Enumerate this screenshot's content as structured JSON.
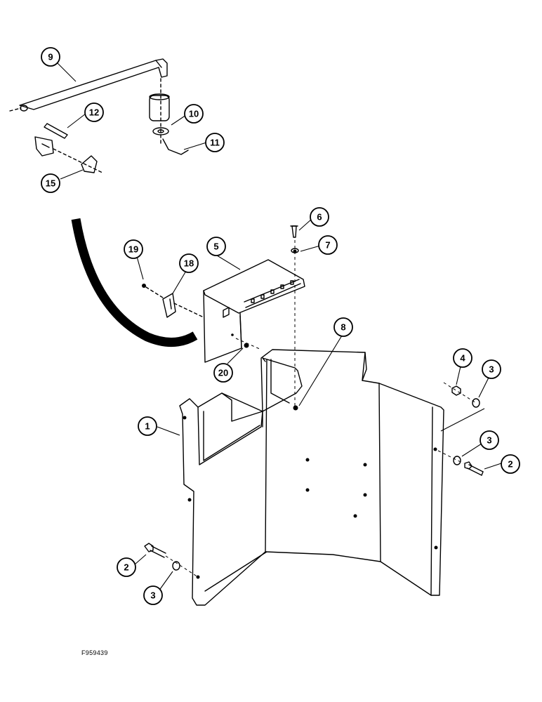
{
  "figure": {
    "code": "F959439"
  },
  "callouts": [
    {
      "id": "callout-1",
      "label": "1"
    },
    {
      "id": "callout-2-right",
      "label": "2"
    },
    {
      "id": "callout-2-left",
      "label": "2"
    },
    {
      "id": "callout-3-top",
      "label": "3"
    },
    {
      "id": "callout-3-right",
      "label": "3"
    },
    {
      "id": "callout-3-left",
      "label": "3"
    },
    {
      "id": "callout-4",
      "label": "4"
    },
    {
      "id": "callout-5",
      "label": "5"
    },
    {
      "id": "callout-6",
      "label": "6"
    },
    {
      "id": "callout-7",
      "label": "7"
    },
    {
      "id": "callout-8",
      "label": "8"
    },
    {
      "id": "callout-9",
      "label": "9"
    },
    {
      "id": "callout-10",
      "label": "10"
    },
    {
      "id": "callout-11",
      "label": "11"
    },
    {
      "id": "callout-12",
      "label": "12"
    },
    {
      "id": "callout-15",
      "label": "15"
    },
    {
      "id": "callout-18",
      "label": "18"
    },
    {
      "id": "callout-19",
      "label": "19"
    },
    {
      "id": "callout-20",
      "label": "20"
    }
  ]
}
